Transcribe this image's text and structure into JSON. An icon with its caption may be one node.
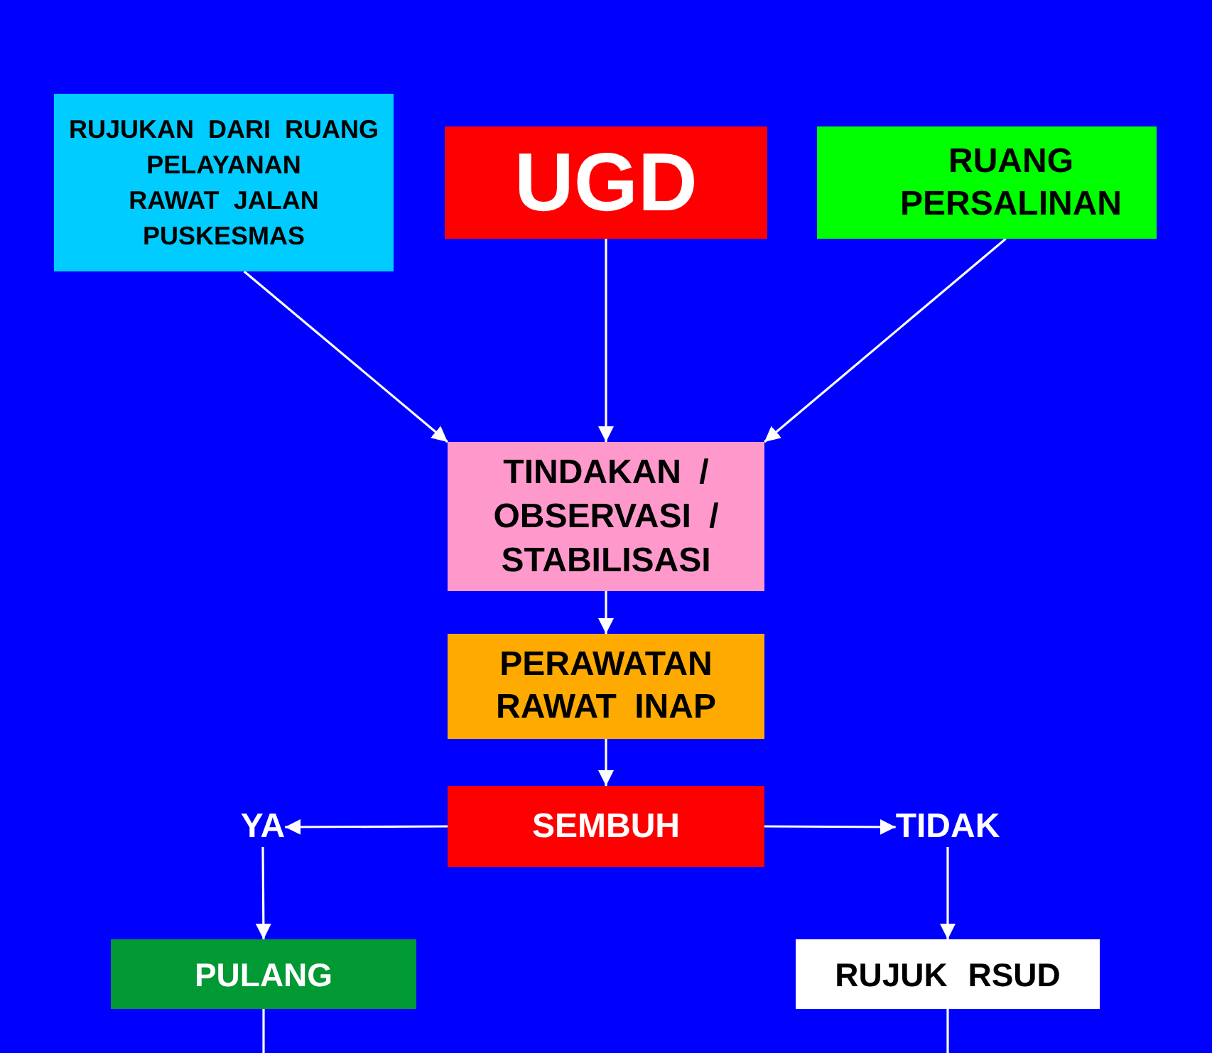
{
  "diagram": {
    "nodes": [
      {
        "text": [
          "RUJUKAN DARI RUANG PELAYANAN RAWAT JALAN PUSKESMAS"
        ]
      },
      {
        "text": [
          "UGD"
        ]
      },
      {
        "text": [
          "RUANG PERSALINAN"
        ]
      },
      {
        "text": [
          "TINDAKAN / OBSERVASI / STABILISASI"
        ]
      },
      {
        "text": [
          "PERAWATAN RAWAT INAP"
        ]
      },
      {
        "text": [
          "SEMBUH"
        ]
      },
      {
        "text": [
          "YA"
        ]
      },
      {
        "text": [
          "TIDAK"
        ]
      },
      {
        "text": [
          "PULANG"
        ]
      },
      {
        "text": [
          "RUJUK RSUD"
        ]
      }
    ],
    "edges": [
      {
        "from": 0,
        "to": 3,
        "arrow": "to"
      },
      {
        "from": 1,
        "to": 3,
        "arrow": "to"
      },
      {
        "from": 2,
        "to": 3,
        "arrow": "to"
      },
      {
        "from": 3,
        "to": 4,
        "arrow": "to"
      },
      {
        "from": 4,
        "to": 5,
        "arrow": "to"
      },
      {
        "from": 5,
        "to": 6,
        "arrow": "to"
      },
      {
        "from": 5,
        "to": 7,
        "arrow": "to"
      },
      {
        "from": 6,
        "to": 8,
        "arrow": "to"
      },
      {
        "from": 7,
        "to": 9,
        "arrow": "to"
      },
      {
        "from": 8,
        "to": null,
        "arrow": "none"
      },
      {
        "from": 9,
        "to": null,
        "arrow": "none"
      }
    ]
  }
}
